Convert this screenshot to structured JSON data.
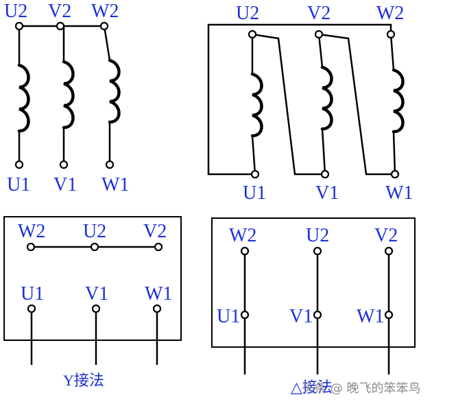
{
  "colors": {
    "label": "#1a2fd8",
    "line": "#000000",
    "watermark": "#8c8c8c"
  },
  "labels": {
    "u1": "U1",
    "v1": "V1",
    "w1": "W1",
    "u2": "U2",
    "v2": "V2",
    "w2": "W2"
  },
  "captions": {
    "star": "Y接法",
    "delta": "△接法"
  },
  "watermark": "头条 @ 晚飞的笨笨鸟"
}
